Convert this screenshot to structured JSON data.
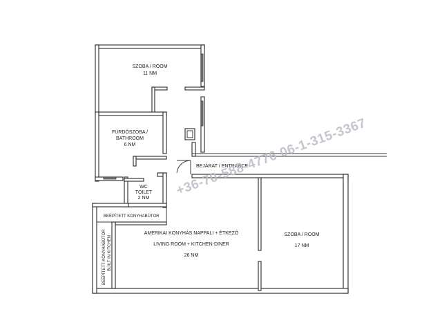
{
  "rooms": {
    "room_top": {
      "name": "SZOBA / ROOM",
      "area": "11 NM"
    },
    "bathroom": {
      "name_line1": "FÜRDŐSZOBA /",
      "name_line2": "BATHROOM",
      "area": "6 NM"
    },
    "toilet": {
      "name_line1": "WC",
      "name_line2": "TOILET",
      "area": "2 NM"
    },
    "living": {
      "name_line1": "AMERIKAI KONYHÁS NAPPALI + ÉTKEZŐ",
      "name_line2": "LIVING ROOM + KITCHEN-DINER",
      "area": "26 NM"
    },
    "room_right": {
      "name": "SZOBA / ROOM",
      "area": "17 NM"
    }
  },
  "labels": {
    "entrance": "BEJÁRAT / ENTRANCE",
    "built_in_top": "BEÉPÍTETT KONYHABÚTOR",
    "built_in_side_line1": "BEÉPÍTETT KONYHABÚTOR",
    "built_in_side_line2": "BUILT IN KITCHEN"
  },
  "watermark": "+36-70-588-4776 06-1-315-3367",
  "colors": {
    "wall": "#3a3a3a",
    "watermark": "#b9bcc7"
  }
}
